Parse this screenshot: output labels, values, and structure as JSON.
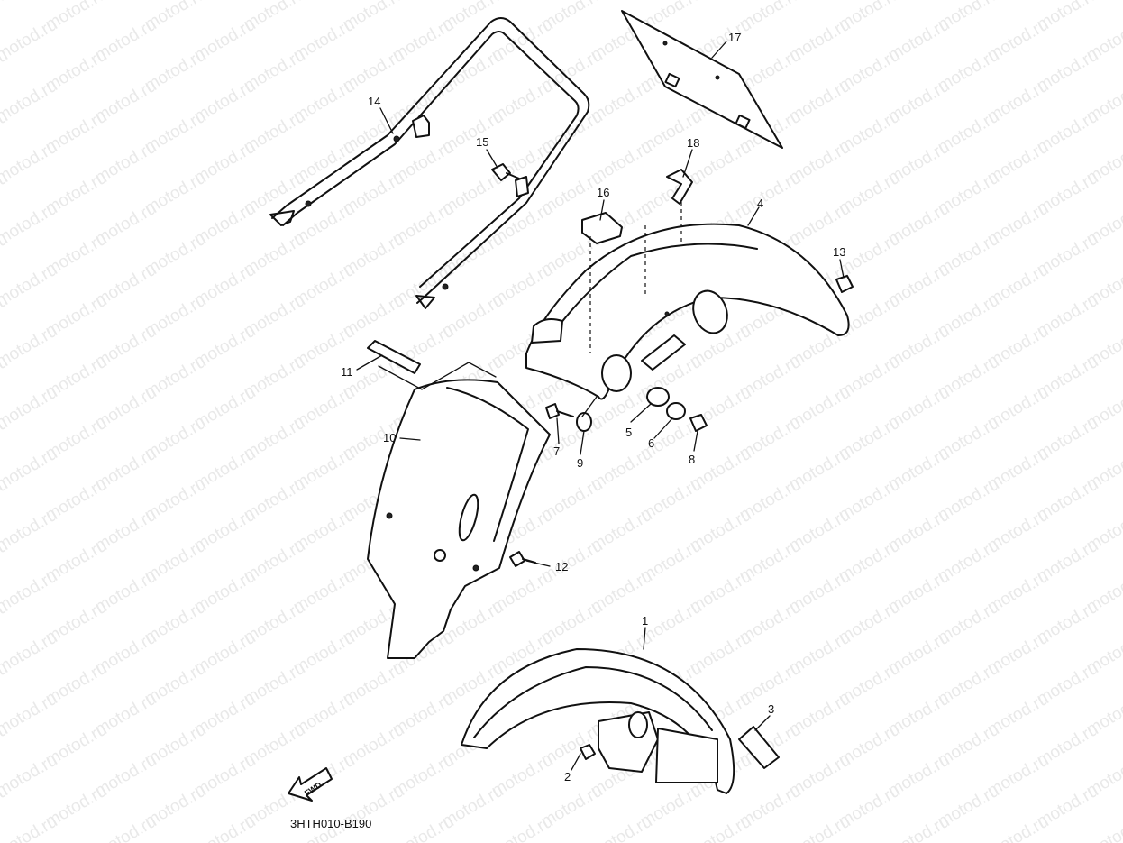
{
  "watermark": "motod.ru",
  "diagram_code": "3HTH010-B190",
  "fwd_label": "FWD",
  "callouts": [
    {
      "id": "c1",
      "label": "1"
    },
    {
      "id": "c2",
      "label": "2"
    },
    {
      "id": "c3",
      "label": "3"
    },
    {
      "id": "c4",
      "label": "4"
    },
    {
      "id": "c5",
      "label": "5"
    },
    {
      "id": "c6",
      "label": "6"
    },
    {
      "id": "c7",
      "label": "7"
    },
    {
      "id": "c8",
      "label": "8"
    },
    {
      "id": "c9",
      "label": "9"
    },
    {
      "id": "c10",
      "label": "10"
    },
    {
      "id": "c11",
      "label": "11"
    },
    {
      "id": "c12",
      "label": "12"
    },
    {
      "id": "c13",
      "label": "13"
    },
    {
      "id": "c14",
      "label": "14"
    },
    {
      "id": "c15",
      "label": "15"
    },
    {
      "id": "c16",
      "label": "16"
    },
    {
      "id": "c17",
      "label": "17"
    },
    {
      "id": "c18",
      "label": "18"
    }
  ]
}
